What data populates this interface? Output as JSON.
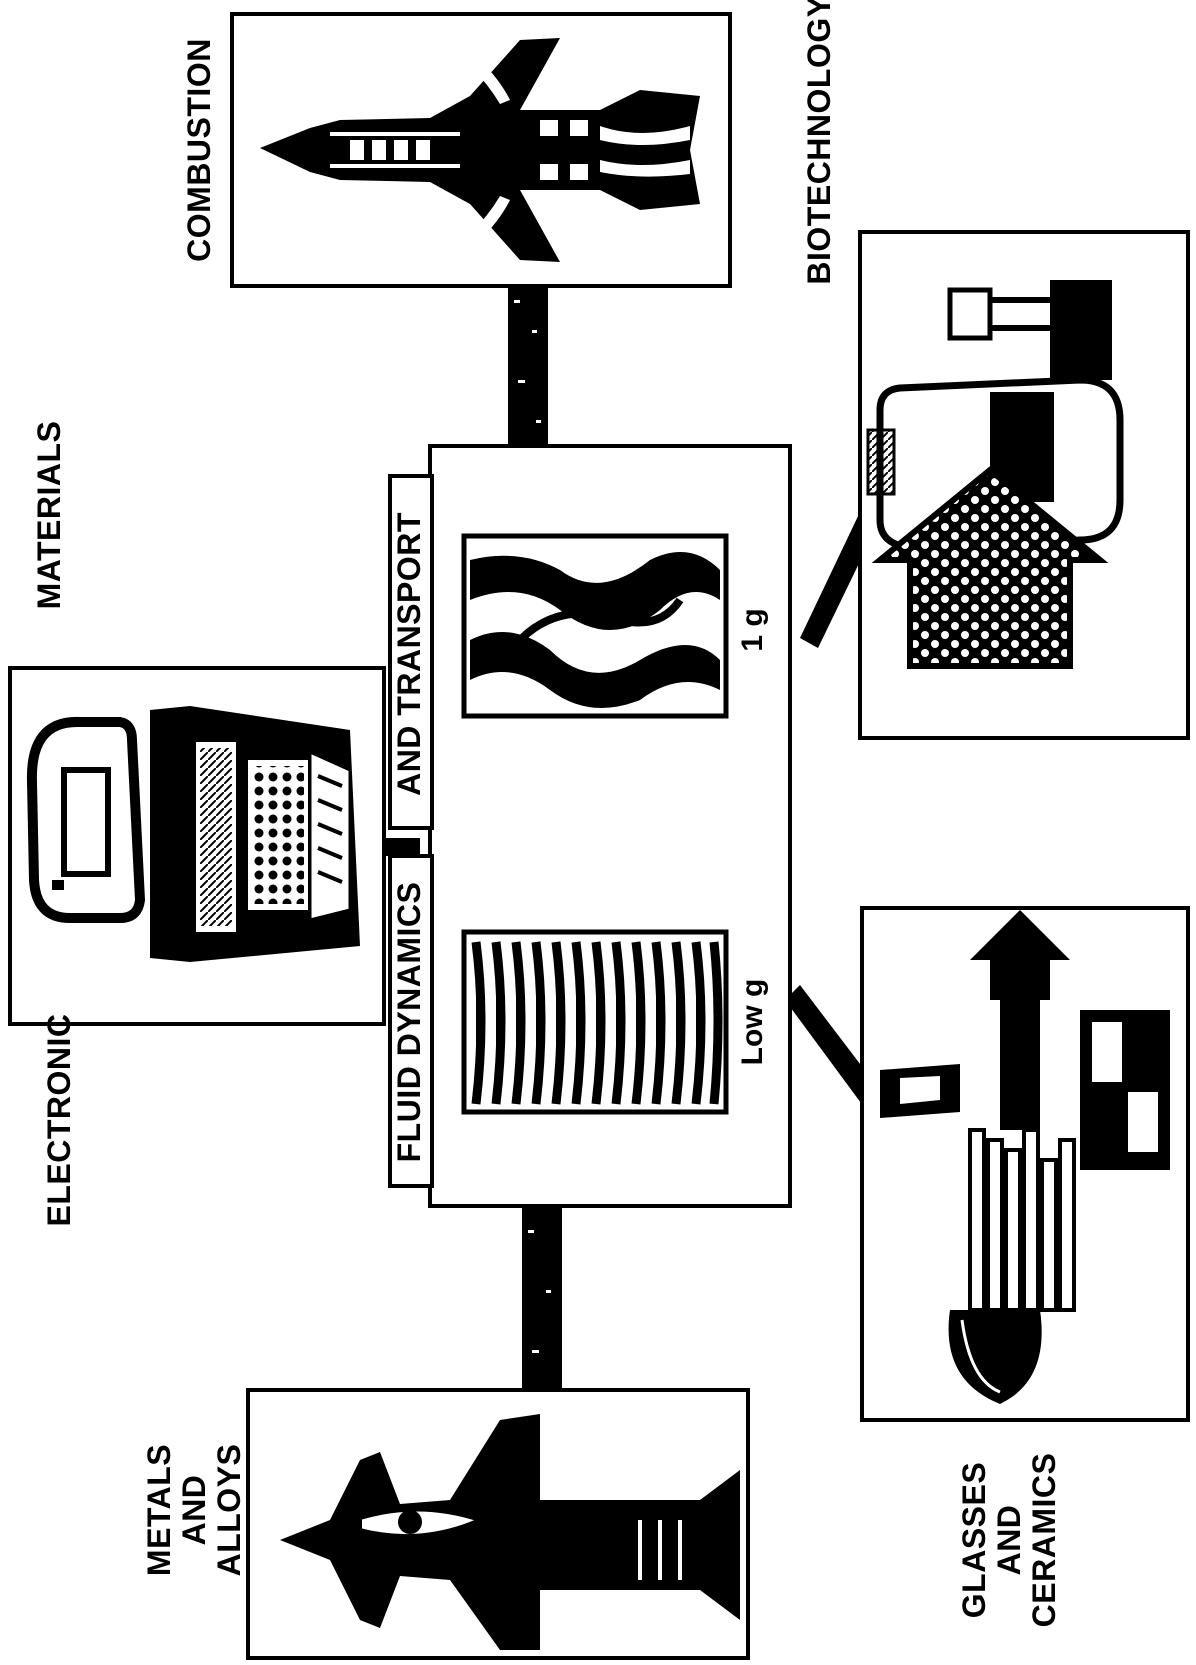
{
  "diagram": {
    "center": {
      "label_line1": "FLUID DYNAMICS",
      "label_line2": "AND TRANSPORT",
      "panel_left_label": "Low g",
      "panel_right_label": "1 g"
    },
    "nodes": [
      {
        "id": "metals",
        "lines": [
          "METALS",
          "AND",
          "ALLOYS"
        ],
        "icon": "aircraft-icon"
      },
      {
        "id": "electronic",
        "lines": [
          "ELECTRONIC",
          "MATERIALS"
        ],
        "icon": "computer-workstation-icon"
      },
      {
        "id": "combustion",
        "lines": [
          "COMBUSTION"
        ],
        "icon": "space-shuttle-icon"
      },
      {
        "id": "glasses",
        "lines": [
          "GLASSES",
          "AND",
          "CERAMICS"
        ],
        "icon": "optics-components-icon"
      },
      {
        "id": "biotech",
        "lines": [
          "BIOTECHNOLOGY"
        ],
        "icon": "pharmaceutical-bottles-icon"
      }
    ],
    "colors": {
      "ink": "#000000",
      "paper": "#ffffff"
    }
  }
}
